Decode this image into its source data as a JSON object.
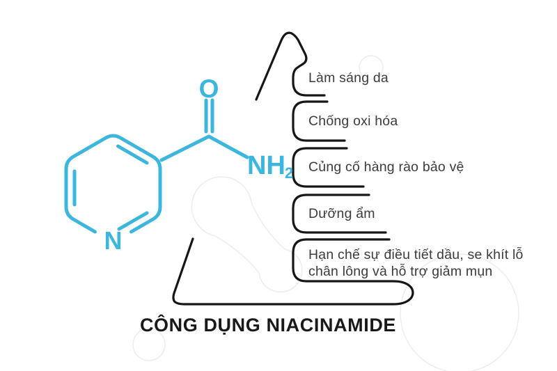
{
  "title": "CÔNG DỤNG NIACINAMIDE",
  "benefits": [
    "Làm sáng da",
    "Chống oxi hóa",
    "Củng cố hàng rào bảo vệ",
    "Dưỡng ẩm",
    "Hạn chế sự điều tiết dầu, se khít lỗ chân lông và hỗ trợ giảm mụn"
  ],
  "molecule": {
    "name": "niacinamide-structure",
    "atom_o": "O",
    "atom_n": "N",
    "amide_nh": "NH",
    "amide_sub": "2"
  },
  "colors": {
    "molecule": "#3db6dd",
    "line": "#161616",
    "label_text": "#3b3b3b",
    "title_text": "#191919",
    "decoration": "#ececec"
  }
}
